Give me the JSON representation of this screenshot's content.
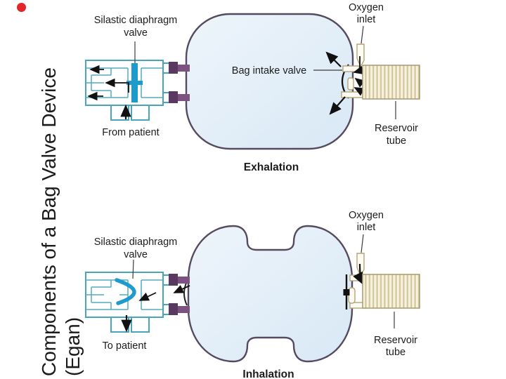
{
  "slide": {
    "title_line1": "Components of a Bag Valve Device",
    "title_line2": "(Egan)"
  },
  "colors": {
    "diaphragm_blue": "#1e9bcd",
    "valve_outline_teal": "#4aa4ba",
    "connector_purple": "#7b5280",
    "connector_purple_dark": "#5a3960",
    "bag_fill_blue": "#dfecf7",
    "bag_outline": "#564a60",
    "reservoir_tan": "#ece3c3",
    "label_text": "#1c1c1c",
    "marker_red": "#e2242b"
  },
  "exhalation": {
    "silastic_line1": "Silastic diaphragm",
    "silastic_line2": "valve",
    "flow_label": "From patient",
    "bag_intake_label": "Bag intake valve",
    "oxygen_line1": "Oxygen",
    "oxygen_line2": "inlet",
    "reservoir_line1": "Reservoir",
    "reservoir_line2": "tube",
    "caption": "Exhalation"
  },
  "inhalation": {
    "silastic_line1": "Silastic diaphragm",
    "silastic_line2": "valve",
    "flow_label": "To patient",
    "oxygen_line1": "Oxygen",
    "oxygen_line2": "inlet",
    "reservoir_line1": "Reservoir",
    "reservoir_line2": "tube",
    "caption": "Inhalation"
  }
}
